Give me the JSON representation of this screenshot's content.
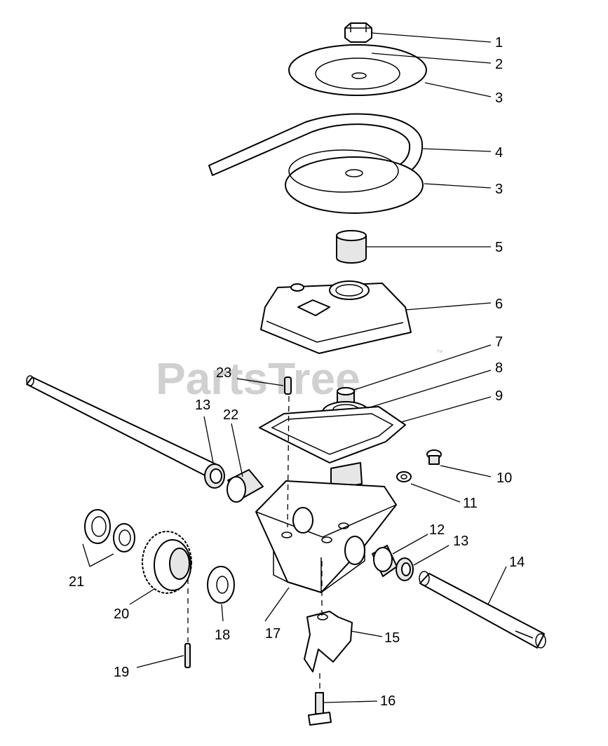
{
  "watermark": {
    "text": "PartsTree",
    "trademark": "™"
  },
  "callouts": {
    "c1": "1",
    "c2": "2",
    "c3a": "3",
    "c4": "4",
    "c3b": "3",
    "c5": "5",
    "c6": "6",
    "c7": "7",
    "c8": "8",
    "c9": "9",
    "c10": "10",
    "c11": "11",
    "c12": "12",
    "c13a": "13",
    "c13b": "13",
    "c14": "14",
    "c15": "15",
    "c16": "16",
    "c17": "17",
    "c18": "18",
    "c19": "19",
    "c20": "20",
    "c21": "21",
    "c22": "22",
    "c23": "23"
  }
}
